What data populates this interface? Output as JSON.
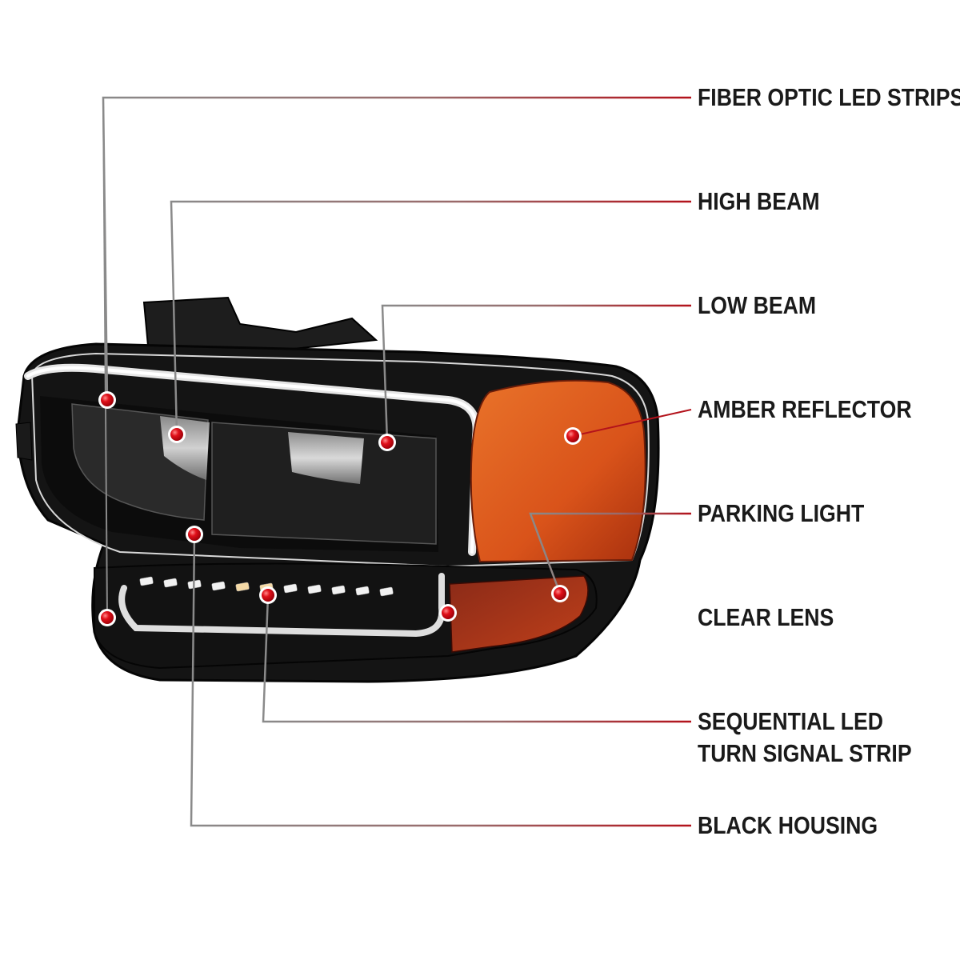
{
  "callouts": [
    {
      "id": "fiber-optic-led-strips",
      "lines": [
        "FIBER OPTIC LED STRIPS"
      ]
    },
    {
      "id": "high-beam",
      "lines": [
        "HIGH BEAM"
      ]
    },
    {
      "id": "low-beam",
      "lines": [
        "LOW BEAM"
      ]
    },
    {
      "id": "amber-reflector",
      "lines": [
        "AMBER REFLECTOR"
      ]
    },
    {
      "id": "parking-light",
      "lines": [
        "PARKING LIGHT"
      ]
    },
    {
      "id": "clear-lens",
      "lines": [
        "CLEAR LENS"
      ]
    },
    {
      "id": "sequential-led-turn-signal-strip",
      "lines": [
        "SEQUENTIAL LED",
        "TURN SIGNAL STRIP"
      ]
    },
    {
      "id": "black-housing",
      "lines": [
        "BLACK HOUSING"
      ]
    }
  ],
  "colors": {
    "leader_gray": "#8a8a8a",
    "leader_red": "#b3121b",
    "marker": "#e0101a",
    "amber": "#d9531a",
    "housing": "#121212"
  }
}
